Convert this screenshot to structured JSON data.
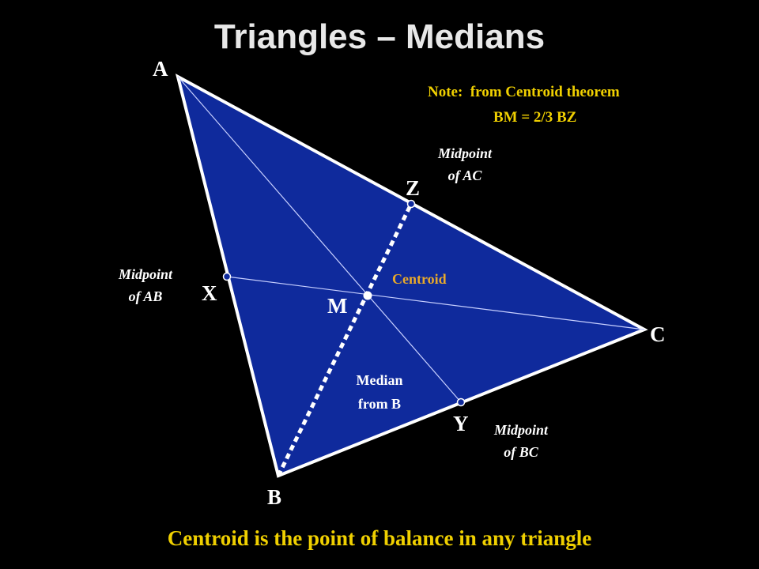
{
  "title": "Triangles – Medians",
  "vertices": {
    "a": "A",
    "b": "B",
    "c": "C"
  },
  "points": {
    "x": "X",
    "y": "Y",
    "z": "Z",
    "m": "M"
  },
  "midpoint_labels": {
    "ab_line1": "Midpoint",
    "ab_line2": "of AB",
    "ac_line1": "Midpoint",
    "ac_line2": "of AC",
    "bc_line1": "Midpoint",
    "bc_line2": "of BC"
  },
  "centroid_label": "Centroid",
  "median_label": {
    "line1": "Median",
    "line2": "from B"
  },
  "note": {
    "line1": "Note:  from Centroid theorem",
    "line2": "BM = 2/3 BZ"
  },
  "footer": "Centroid is the point of balance in any triangle",
  "colors": {
    "triangle_fill": "#0f2a9c",
    "text_highlight": "#f0d000",
    "centroid_label": "#e8a92a",
    "background": "#000000"
  }
}
